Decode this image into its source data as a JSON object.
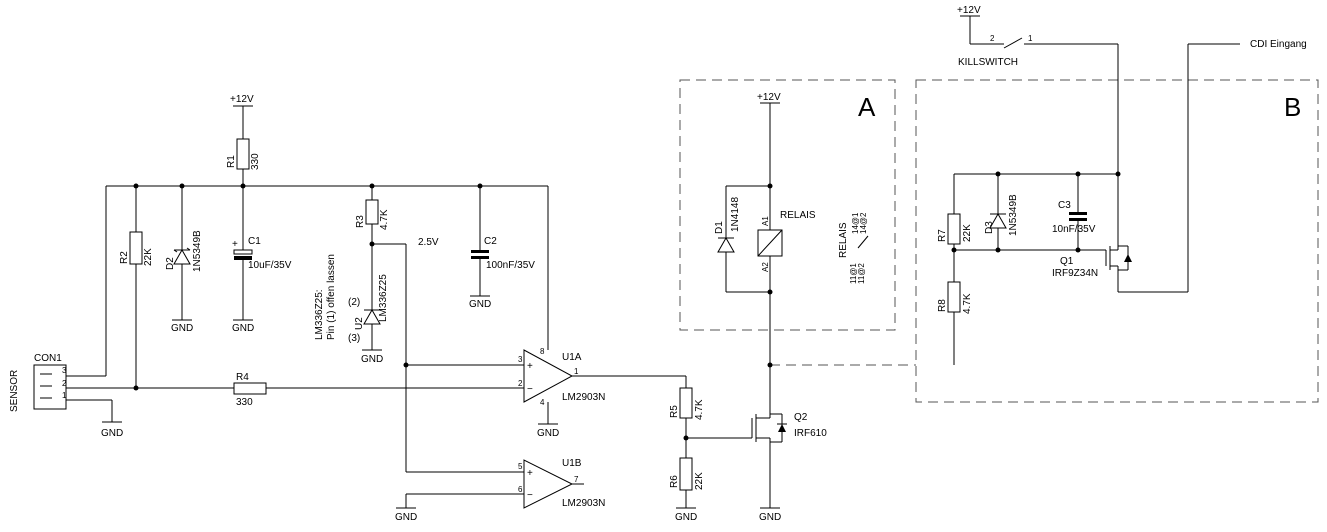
{
  "texts": {
    "sensor": "SENSOR",
    "con1": "CON1",
    "gnd": "GND",
    "v12": "+12V",
    "r1": "R1",
    "r1_val": "330",
    "r2": "R2",
    "r2_val": "22K",
    "d2": "D2",
    "d2_val": "1N5349B",
    "c1": "C1",
    "c1_val": "10uF/35V",
    "r3": "R3",
    "r3_val": "4.7K",
    "u2": "U2",
    "u2_val": "LM336Z25",
    "note1": "LM336Z25:",
    "note2": "Pin (1) offen lassen",
    "pin2": "(2)",
    "pin3": "(3)",
    "v25": "2.5V",
    "c2": "C2",
    "c2_val": "100nF/35V",
    "r4": "R4",
    "r4_val": "330",
    "u1a": "U1A",
    "u1b": "U1B",
    "lm2903n": "LM2903N",
    "r5": "R5",
    "r5_val": "4.7K",
    "r6": "R6",
    "r6_val": "22K",
    "q2": "Q2",
    "q2_val": "IRF610",
    "box_a": "A",
    "box_b": "B",
    "d1": "D1",
    "d1_val": "1N4148",
    "relais": "RELAIS",
    "a1": "A1",
    "a2": "A2",
    "p14_1": "14@1",
    "p14_2": "14@2",
    "p11_1": "11@1",
    "p11_2": "11@2",
    "killswitch": "KILLSWITCH",
    "ks_2": "2",
    "ks_1": "1",
    "cdi": "CDI Eingang",
    "r7": "R7",
    "r7_val": "22K",
    "d3": "D3",
    "d3_val": "1N5349B",
    "c3": "C3",
    "c3_val": "10nF/35V",
    "q1": "Q1",
    "q1_val": "IRF9Z34N",
    "r8": "R8",
    "r8_val": "4.7K",
    "n1": "1",
    "n2": "2",
    "n3": "3",
    "n4": "4",
    "n5": "5",
    "n6": "6",
    "n7": "7",
    "n8": "8",
    "plus": "+",
    "minus": "−"
  }
}
